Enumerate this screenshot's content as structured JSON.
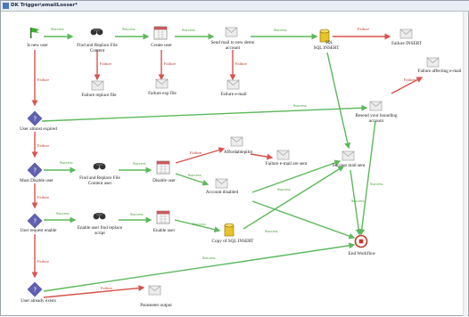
{
  "window": {
    "title": "DK Trigger\\emailLosser*"
  },
  "colors": {
    "success_edge": "#5cb85c",
    "failure_edge": "#d9534f",
    "diamond": "#5a5aa8",
    "diamond_fail": "#d04a4a",
    "start_flag": "#3cae2e",
    "envelope": "#e6e6e6",
    "db": "#e8c42a"
  },
  "nodes": [
    {
      "id": "start",
      "label": "Is new user",
      "icon": "flag-start-icon"
    },
    {
      "id": "find1",
      "label": "Find and Replace File Content",
      "icon": "find-replace-icon"
    },
    {
      "id": "create",
      "label": "Create user",
      "icon": "calendar-icon"
    },
    {
      "id": "send",
      "label": "Send mail to new demo account",
      "icon": "envelope-icon"
    },
    {
      "id": "sqlins",
      "label": "SQL INSERT",
      "icon": "database-icon"
    },
    {
      "id": "finsert",
      "label": "Failure INSERT",
      "icon": "envelope-icon"
    },
    {
      "id": "faffect",
      "label": "Failure affecting e-mail",
      "icon": "envelope-icon"
    },
    {
      "id": "frepl",
      "label": "Failure replace file",
      "icon": "envelope-icon"
    },
    {
      "id": "fexp",
      "label": "Failure exp file",
      "icon": "envelope-icon"
    },
    {
      "id": "fmail",
      "label": "Failure e-mail",
      "icon": "envelope-icon"
    },
    {
      "id": "expired",
      "label": "User almost expired",
      "icon": "decision-icon"
    },
    {
      "id": "resend",
      "label": "Resend your bounding account",
      "icon": "envelope-icon"
    },
    {
      "id": "disable",
      "label": "Must Disable user",
      "icon": "decision-icon"
    },
    {
      "id": "find2",
      "label": "Find and Replace File Content user",
      "icon": "find-replace-icon"
    },
    {
      "id": "disuser",
      "label": "Disable user",
      "icon": "calendar-icon"
    },
    {
      "id": "afford",
      "label": "Affordablepilot",
      "icon": "envelope-icon"
    },
    {
      "id": "acctdis",
      "label": "Account disabled",
      "icon": "envelope-icon"
    },
    {
      "id": "fmailsent",
      "label": "Failure e-mail are sent",
      "icon": "envelope-icon"
    },
    {
      "id": "succmail",
      "label": "Success mail sent",
      "icon": "envelope-icon"
    },
    {
      "id": "enable",
      "label": "User request enable",
      "icon": "decision-icon"
    },
    {
      "id": "enfind",
      "label": "Enable user find replace script",
      "icon": "find-replace-icon"
    },
    {
      "id": "enuser",
      "label": "Enable user",
      "icon": "calendar-icon"
    },
    {
      "id": "copysql",
      "label": "Copy of SQL INSERT",
      "icon": "database-icon"
    },
    {
      "id": "end",
      "label": "End Workflow",
      "icon": "end-icon"
    },
    {
      "id": "exists",
      "label": "User already exists",
      "icon": "decision-icon"
    },
    {
      "id": "param",
      "label": "Parameter output",
      "icon": "envelope-icon"
    }
  ],
  "edge_labels": {
    "success": "Success",
    "failure": "Failure"
  }
}
